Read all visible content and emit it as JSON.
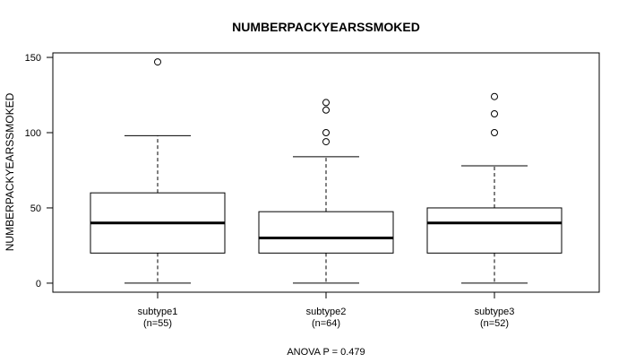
{
  "chart_data": {
    "type": "boxplot",
    "title": "NUMBERPACKYEARSSMOKED",
    "ylabel": "NUMBERPACKYEARSSMOKED",
    "footer": "ANOVA P = 0.479",
    "ylim": [
      -6,
      153
    ],
    "yticks": [
      0,
      50,
      100,
      150
    ],
    "grid": false,
    "groups": [
      {
        "label": "subtype1",
        "n_label": "(n=55)",
        "min": 0,
        "q1": 20,
        "median": 40,
        "q3": 60,
        "max": 98,
        "outliers": [
          147
        ]
      },
      {
        "label": "subtype2",
        "n_label": "(n=64)",
        "min": 0,
        "q1": 20,
        "median": 30,
        "q3": 47.5,
        "max": 84,
        "outliers": [
          94,
          100,
          115,
          120
        ]
      },
      {
        "label": "subtype3",
        "n_label": "(n=52)",
        "min": 0,
        "q1": 20,
        "median": 40,
        "q3": 50,
        "max": 78,
        "outliers": [
          100,
          112.5,
          124
        ]
      }
    ]
  }
}
